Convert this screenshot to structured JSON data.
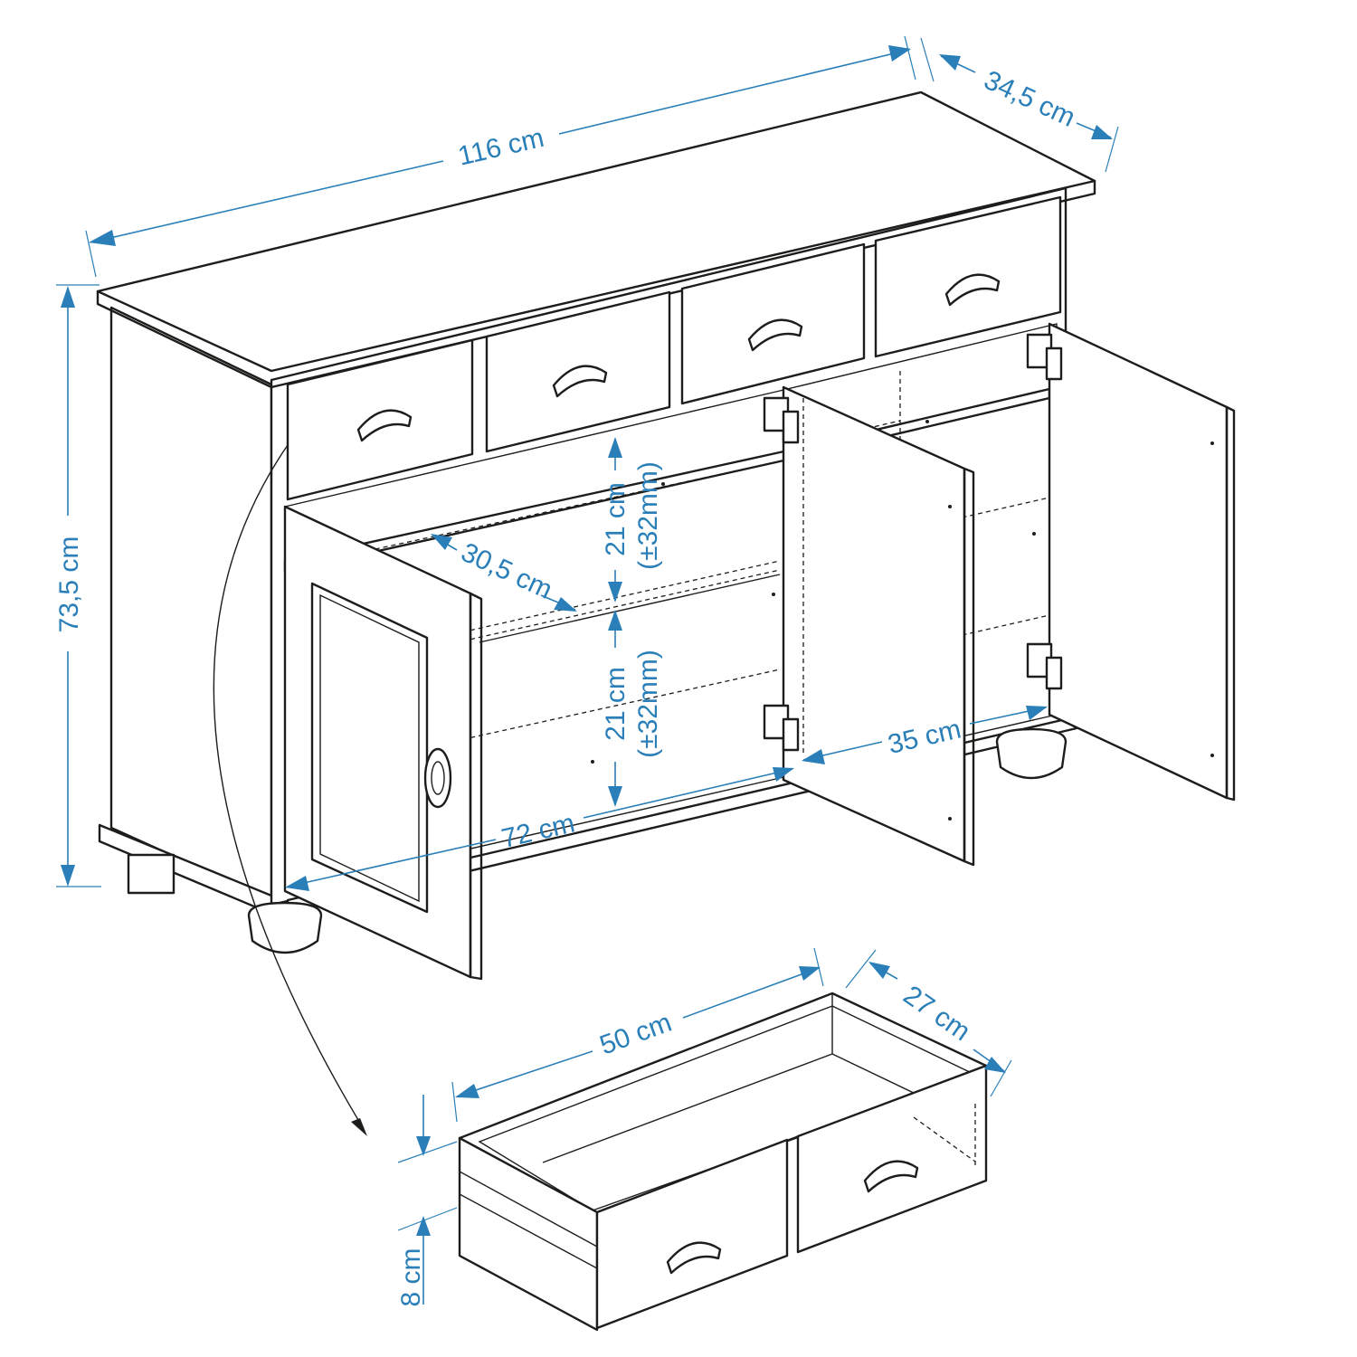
{
  "accent_color": "#2a7fb8",
  "line_color": "#1d1d1b",
  "dimensions": {
    "width": "116 cm",
    "depth": "34,5 cm",
    "height": "73,5 cm",
    "shelf_depth": "30,5 cm",
    "compartment_upper": "21 cm",
    "compartment_upper_adj": "(±32mm)",
    "compartment_lower": "21 cm",
    "compartment_lower_adj": "(±32mm)",
    "inner_width": "72 cm",
    "right_width": "35 cm",
    "drawer_width": "50 cm",
    "drawer_depth": "27 cm",
    "drawer_height": "8 cm"
  }
}
